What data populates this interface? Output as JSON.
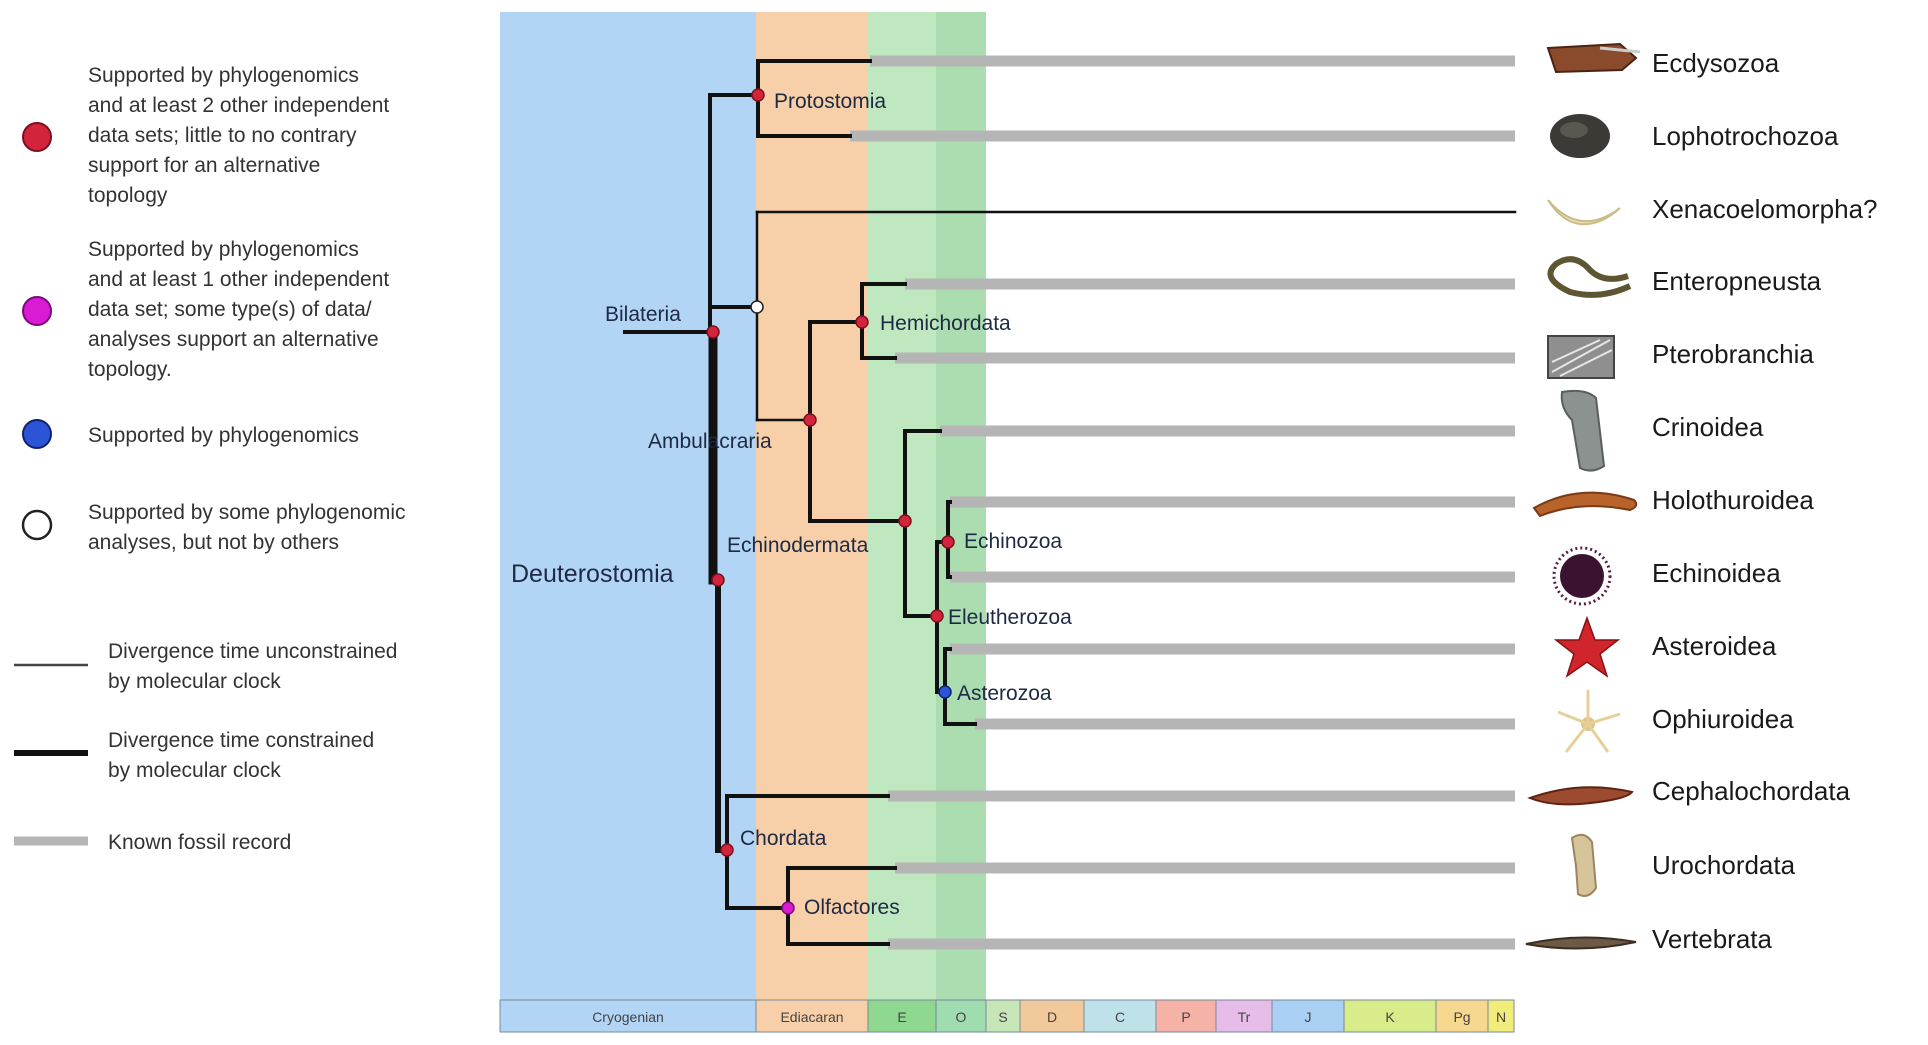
{
  "legend": {
    "nodes": [
      {
        "key": "red",
        "color": "#d4243c",
        "stroke": "#7a1020",
        "lines": [
          "Supported by phylogenomics",
          "and at least 2 other independent",
          "data sets;  little to no contrary",
          "support for an alternative",
          "topology"
        ]
      },
      {
        "key": "magenta",
        "color": "#d91bd4",
        "stroke": "#7a0a78",
        "lines": [
          "Supported by phylogenomics",
          "and at least 1 other independent",
          "data set; some type(s) of data/",
          "analyses support an alternative",
          "topology."
        ]
      },
      {
        "key": "blue",
        "color": "#2b54d6",
        "stroke": "#10226e",
        "lines": [
          "Supported by phylogenomics"
        ]
      },
      {
        "key": "white",
        "color": "#ffffff",
        "stroke": "#222222",
        "lines": [
          "Supported by some phylogenomic",
          "analyses, but not by others"
        ]
      }
    ],
    "lines": [
      {
        "key": "thin",
        "lines": [
          "Divergence time unconstrained",
          "by molecular clock"
        ]
      },
      {
        "key": "thick",
        "lines": [
          "Divergence time constrained",
          "by molecular clock"
        ]
      },
      {
        "key": "fossil",
        "lines": [
          "Known fossil record"
        ]
      }
    ]
  },
  "colors": {
    "cryogenian": "#b3d5f5",
    "ediacaran": "#f7cfa8",
    "cambrian": "#bfe8c0",
    "cambrian_dark": "#a8dba9",
    "fossil": "#b5b5b5",
    "branch": "#111111"
  },
  "taxa": [
    {
      "label": "Ecdysozoa",
      "icon": "ecdysozoa-icon"
    },
    {
      "label": "Lophotrochozoa",
      "icon": "lophotrochozoa-icon"
    },
    {
      "label": "Xenacoelomorpha?",
      "icon": "xenacoelomorpha-icon"
    },
    {
      "label": "Enteropneusta",
      "icon": "enteropneusta-icon"
    },
    {
      "label": "Pterobranchia",
      "icon": "pterobranchia-icon"
    },
    {
      "label": "Crinoidea",
      "icon": "crinoidea-icon"
    },
    {
      "label": "Holothuroidea",
      "icon": "holothuroidea-icon"
    },
    {
      "label": "Echinoidea",
      "icon": "echinoidea-icon"
    },
    {
      "label": "Asteroidea",
      "icon": "asteroidea-icon"
    },
    {
      "label": "Ophiuroidea",
      "icon": "ophiuroidea-icon"
    },
    {
      "label": "Cephalochordata",
      "icon": "cephalochordata-icon"
    },
    {
      "label": "Urochordata",
      "icon": "urochordata-icon"
    },
    {
      "label": "Vertebrata",
      "icon": "vertebrata-icon"
    }
  ],
  "clades": {
    "protostomia": "Protostomia",
    "bilateria": "Bilateria",
    "hemichordata": "Hemichordata",
    "ambulacraria": "Ambulacraria",
    "echinodermata": "Echinodermata",
    "echinozoa": "Echinozoa",
    "deuterostomia": "Deuterostomia",
    "eleutherozoa": "Eleutherozoa",
    "asterozoa": "Asterozoa",
    "chordata": "Chordata",
    "olfactores": "Olfactores"
  },
  "timescale": [
    {
      "label": "Cryogenian",
      "color": "#b3d5f5"
    },
    {
      "label": "Ediacaran",
      "color": "#f7cfa8"
    },
    {
      "label": "E",
      "color": "#8fd88f"
    },
    {
      "label": "O",
      "color": "#9fdcb0"
    },
    {
      "label": "S",
      "color": "#c6e6b8"
    },
    {
      "label": "D",
      "color": "#f2c99a"
    },
    {
      "label": "C",
      "color": "#bfe1ea"
    },
    {
      "label": "P",
      "color": "#f5b3a8"
    },
    {
      "label": "Tr",
      "color": "#e5bde8"
    },
    {
      "label": "J",
      "color": "#a9cff2"
    },
    {
      "label": "K",
      "color": "#d9ec8a"
    },
    {
      "label": "Pg",
      "color": "#f6d98f"
    },
    {
      "label": "N",
      "color": "#f2ec7a"
    }
  ]
}
